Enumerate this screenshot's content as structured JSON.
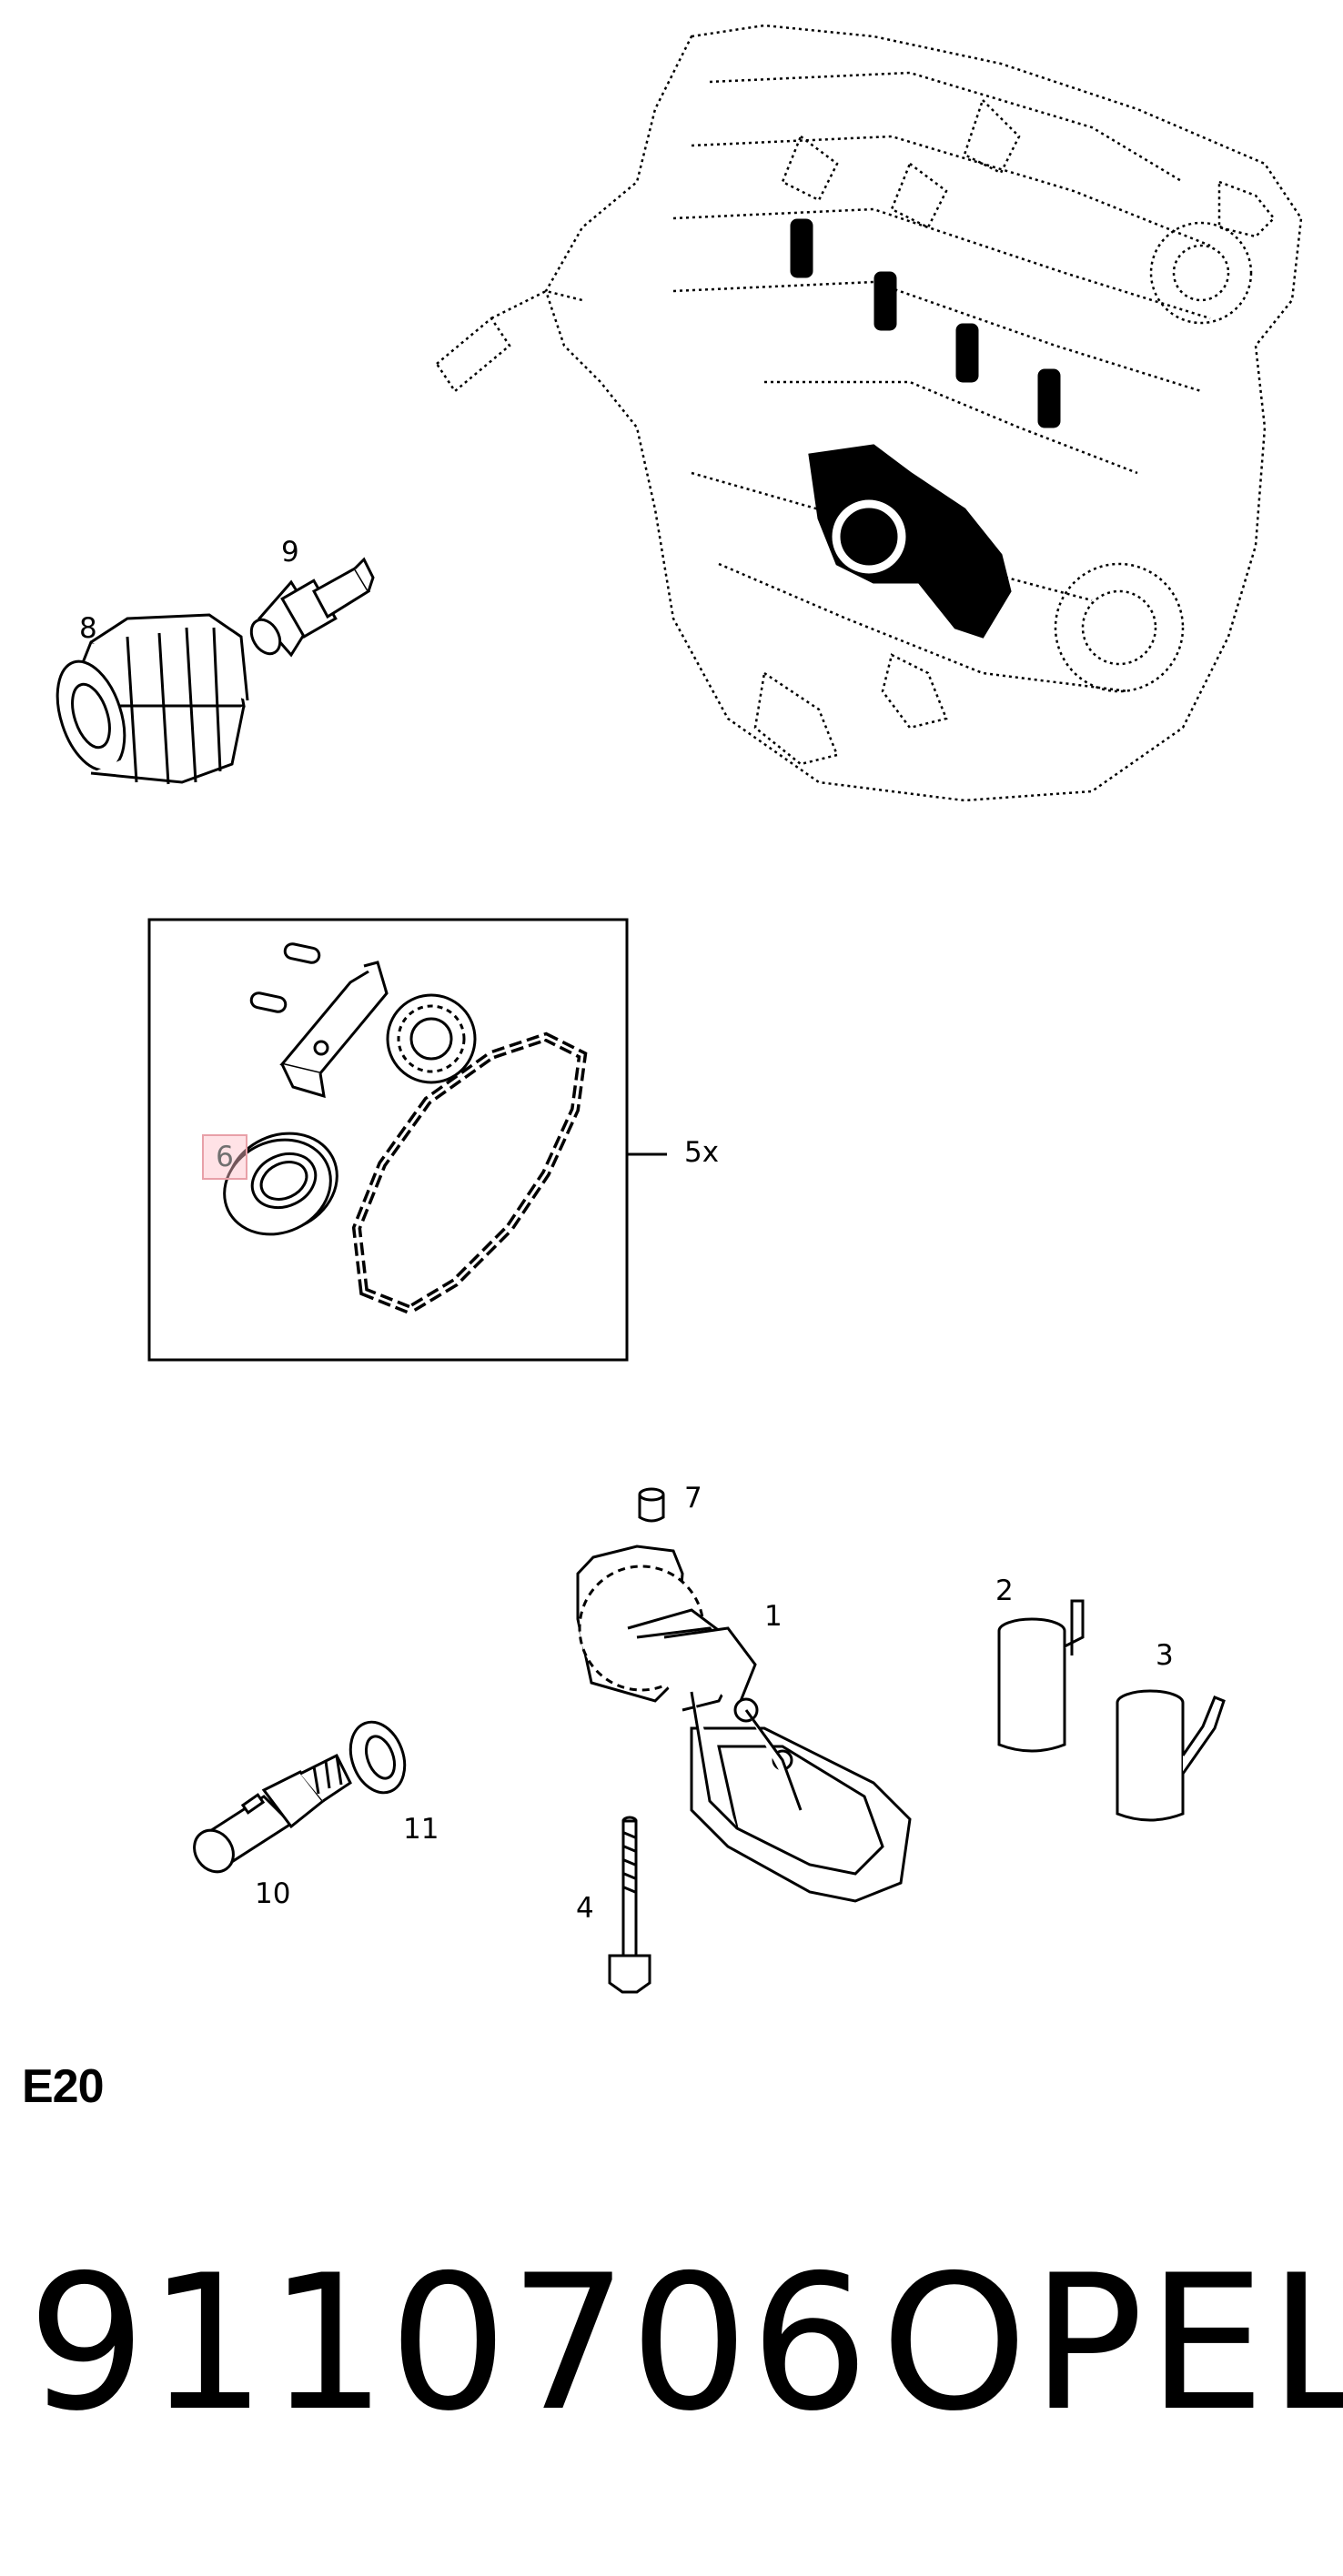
{
  "callouts": {
    "c1": "1",
    "c2": "2",
    "c3": "3",
    "c4": "4",
    "c5": "5x",
    "c6": "6",
    "c7": "7",
    "c8": "8",
    "c9": "9",
    "c10": "10",
    "c11": "11"
  },
  "section_code": "E20",
  "part_number": "9110706",
  "brand": "OPEL",
  "colors": {
    "line": "#000000",
    "highlight_fill": "#ffc8d2",
    "highlight_border": "#e8a0a8"
  }
}
